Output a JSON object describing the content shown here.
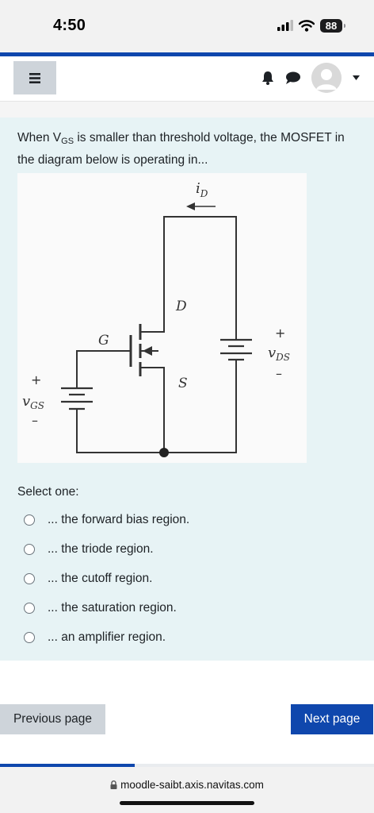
{
  "status": {
    "time": "4:50",
    "battery": "88"
  },
  "question": {
    "text_before_sub": "When V",
    "sub": "GS",
    "text_after_sub": " is smaller than threshold voltage, the MOSFET in the diagram below is operating in..."
  },
  "diagram": {
    "label_id": "i",
    "label_id_sub": "D",
    "label_d": "D",
    "label_g": "G",
    "label_s": "S",
    "label_vds": "v",
    "label_vds_sub": "DS",
    "label_vgs": "v",
    "label_vgs_sub": "GS",
    "plus": "+",
    "minus": "–"
  },
  "select_label": "Select one:",
  "options": [
    "... the forward bias region.",
    "... the triode region.",
    "... the cutoff region.",
    "... the saturation region.",
    "... an amplifier region."
  ],
  "nav": {
    "previous": "Previous page",
    "next": "Next page"
  },
  "progress": {
    "fraction": 0.36
  },
  "url": "moodle-saibt.axis.navitas.com",
  "colors": {
    "accent": "#0f47ad",
    "panel": "#e7f3f5",
    "button_gray": "#ced4da"
  }
}
